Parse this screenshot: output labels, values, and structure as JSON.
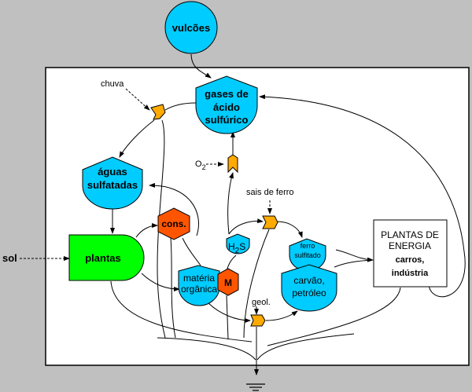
{
  "diagram": {
    "title": "Ciclo do enxofre",
    "colors": {
      "background": "#c0c0c0",
      "panel": "#ffffff",
      "storage": "#00ccff",
      "producer": "#00ff00",
      "consumer": "#ff5500",
      "interaction": "#ffaa00",
      "line": "#000000"
    },
    "sources": {
      "vulcoes": "vulcões",
      "sol": "sol",
      "chuva": "chuva",
      "o2_base": "O",
      "o2_sub": "2",
      "sais_de_ferro": "sais de ferro",
      "geol": "geol."
    },
    "nodes": {
      "gases_line1": "gases de",
      "gases_line2": "ácido",
      "gases_line3": "sulfúrico",
      "aguas_line1": "águas",
      "aguas_line2": "sulfatadas",
      "plantas": "plantas",
      "cons": "cons.",
      "materia_line1": "matéria",
      "materia_line2": "orgânica",
      "m": "M",
      "h2s_h": "H",
      "h2s_sub": "2",
      "h2s_s": "S",
      "ferro_line1": "ferro",
      "ferro_line2": "sulfitado",
      "carvao_line1": "carvão,",
      "carvao_line2": "petróleo",
      "plantas_energia_line1": "PLANTAS DE",
      "plantas_energia_line2": "ENERGIA",
      "plantas_energia_line3": "carros,",
      "plantas_energia_line4": "indústria"
    }
  }
}
